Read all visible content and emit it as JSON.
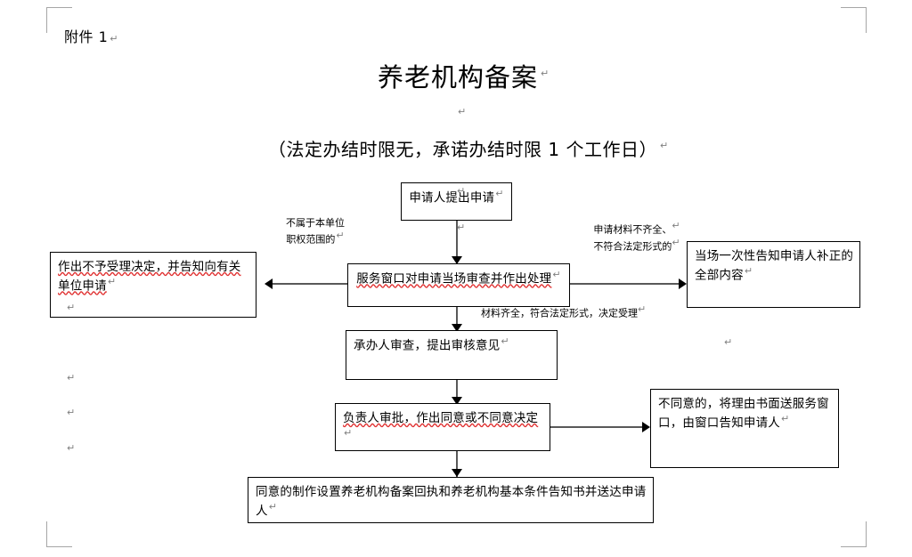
{
  "document": {
    "attachment_label": "附件 1",
    "title": "养老机构备案",
    "subtitle": "（法定办结时限无，承诺办结时限 1 个工作日）",
    "paragraph_mark": "↵"
  },
  "flowchart": {
    "type": "flowchart",
    "boxes": [
      {
        "id": "apply",
        "text": "申请人提出申请",
        "align": "center"
      },
      {
        "id": "reject",
        "text": "作出不予受理决定，并告知向有关单位申请",
        "align": "left"
      },
      {
        "id": "window-review",
        "text": "服务窗口对申请当场审查并作出处理",
        "align": "center"
      },
      {
        "id": "notify-supplement",
        "text": "当场一次性告知申请人补正的全部内容",
        "align": "left"
      },
      {
        "id": "handler-review",
        "text": "承办人审查，提出审核意见",
        "align": "left"
      },
      {
        "id": "leader-approval",
        "text": "负责人审批，作出同意或不同意决定",
        "align": "left"
      },
      {
        "id": "disagree-notice",
        "text": "不同意的，将理由书面送服务窗口，由窗口告知申请人",
        "align": "left"
      },
      {
        "id": "agree-issue",
        "text": "同意的制作设置养老机构备案回执和养老机构基本条件告知书并送达申请人",
        "align": "left"
      }
    ],
    "annotations": [
      {
        "id": "not-in-scope",
        "line1": "不属于本单位",
        "line2": "职权范围的"
      },
      {
        "id": "materials-incomplete",
        "line1": "申请材料不齐全、",
        "line2": "不符合法定形式的"
      },
      {
        "id": "materials-complete",
        "line1": "材料齐全，符合法定形式，决定受理",
        "line2": ""
      }
    ],
    "edges": [
      {
        "from": "apply",
        "to": "window-review",
        "direction": "down"
      },
      {
        "from": "window-review",
        "to": "reject",
        "direction": "left",
        "label": "不属于本单位职权范围的"
      },
      {
        "from": "window-review",
        "to": "notify-supplement",
        "direction": "right",
        "label": "申请材料不齐全、不符合法定形式的"
      },
      {
        "from": "window-review",
        "to": "handler-review",
        "direction": "down",
        "label": "材料齐全，符合法定形式，决定受理"
      },
      {
        "from": "handler-review",
        "to": "leader-approval",
        "direction": "down"
      },
      {
        "from": "leader-approval",
        "to": "disagree-notice",
        "direction": "right"
      },
      {
        "from": "leader-approval",
        "to": "agree-issue",
        "direction": "down"
      }
    ]
  },
  "colors": {
    "page_background": "#ffffff",
    "text": "#000000",
    "box_border": "#000000",
    "connector": "#595959",
    "margin_mark": "#a6a6a6",
    "paragraph_mark": "#808080",
    "spellcheck_underline": "#e03030"
  }
}
